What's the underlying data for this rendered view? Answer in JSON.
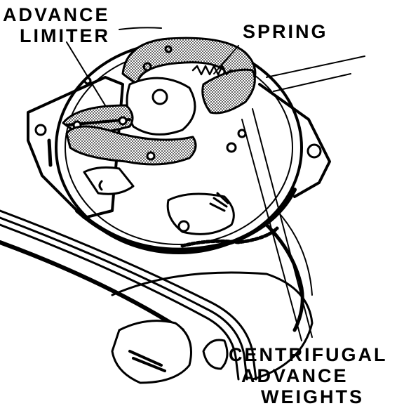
{
  "labels": {
    "advance_limiter_line1": "ADVANCE",
    "advance_limiter_line2": "LIMITER",
    "spring": "SPRING",
    "weights_line1": "CENTRIFUGAL",
    "weights_line2": "ADVANCE",
    "weights_line3": "WEIGHTS"
  },
  "colors": {
    "ink": "#000000",
    "paper": "#ffffff",
    "stipple": "#bdbdbd"
  }
}
